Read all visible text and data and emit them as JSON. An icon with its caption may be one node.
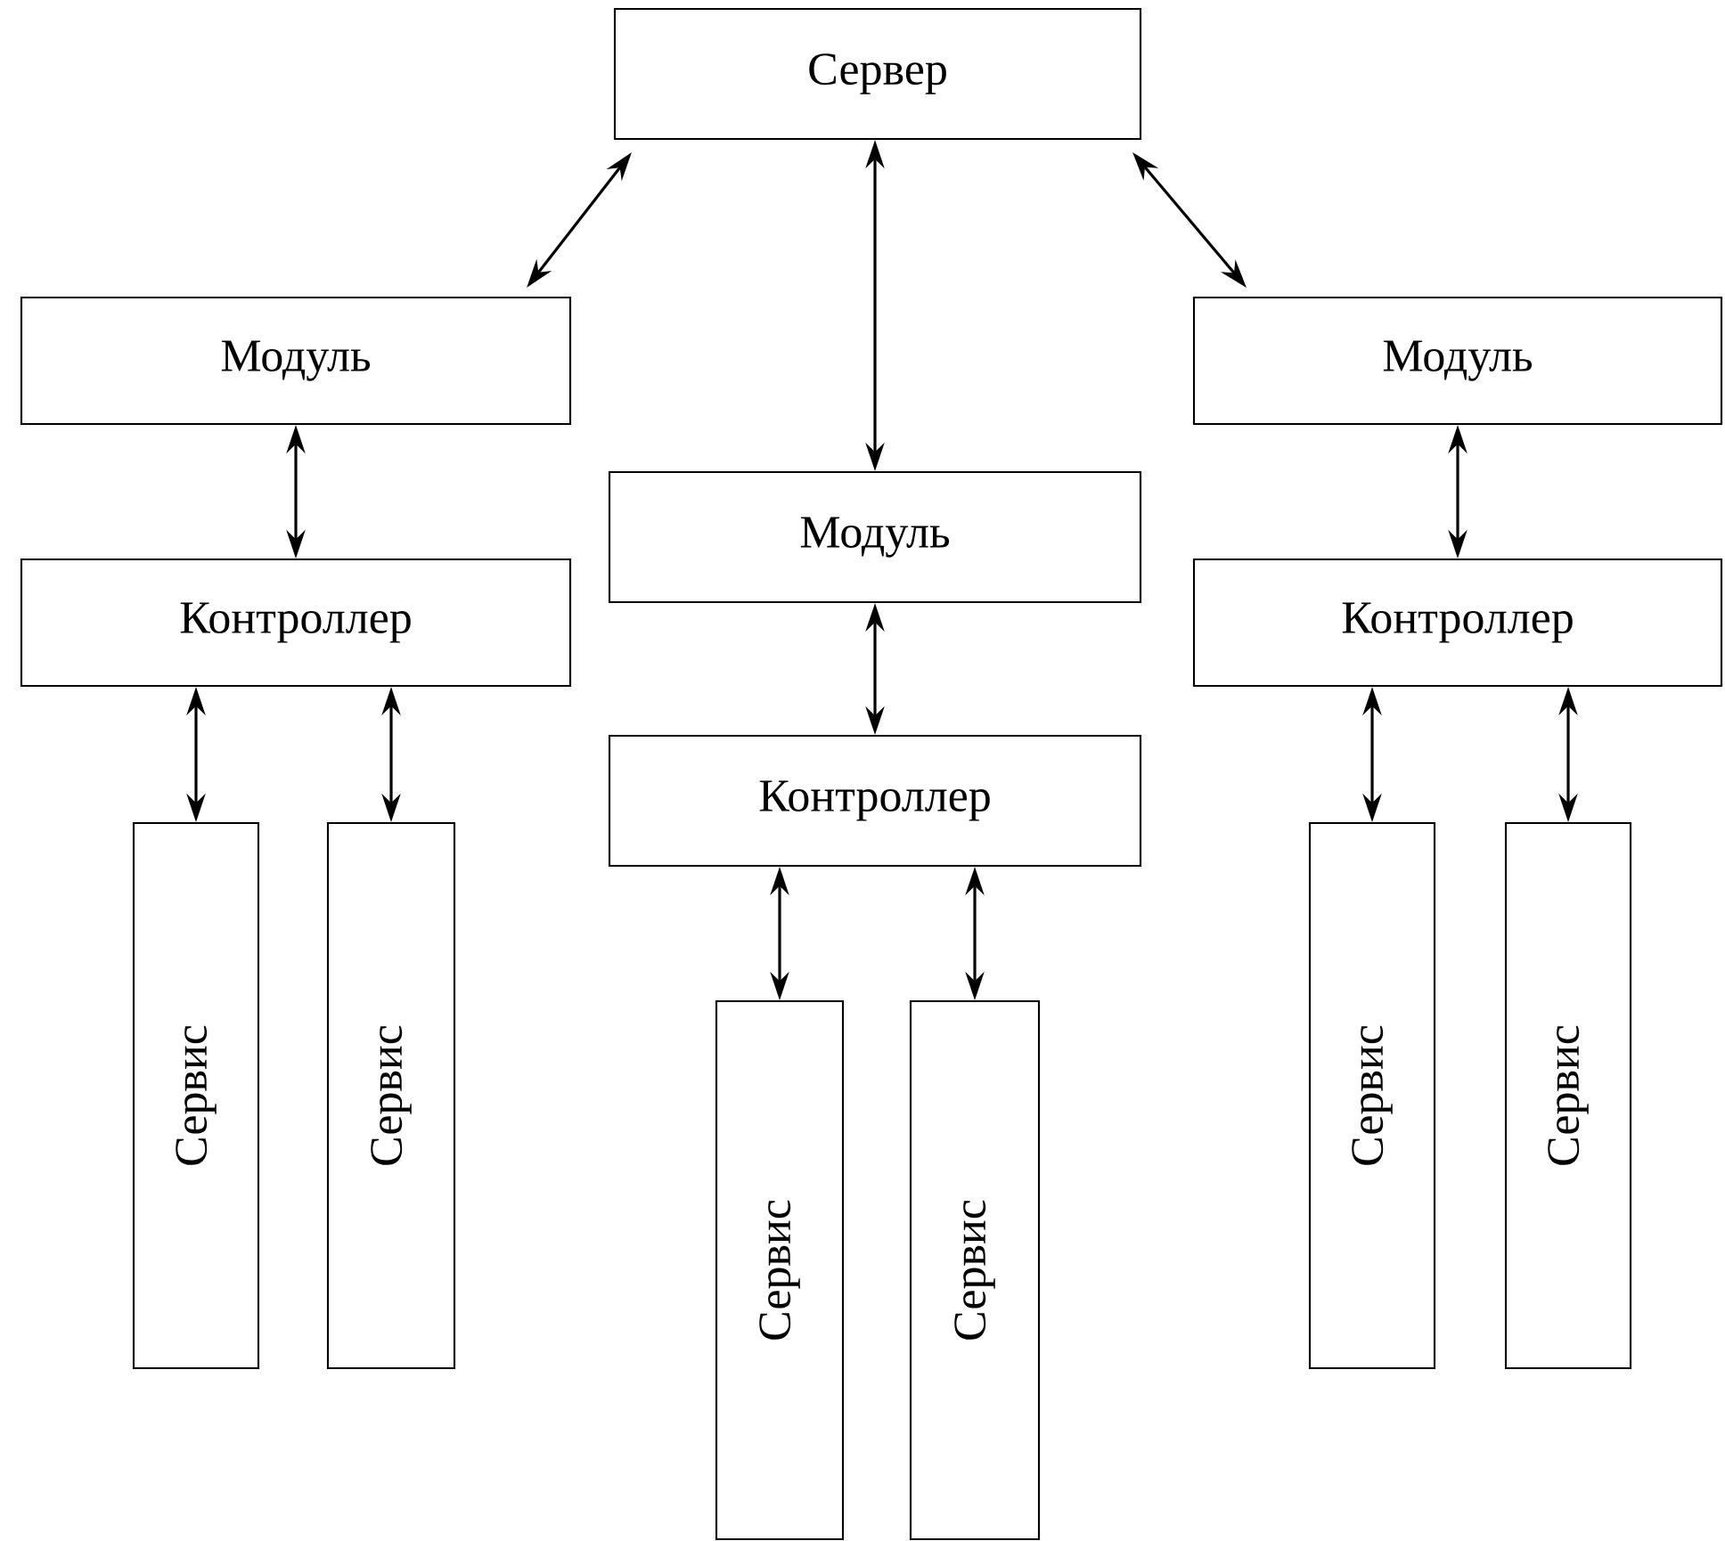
{
  "diagram": {
    "nodes": [
      {
        "text": [
          "Сервер"
        ]
      },
      {
        "text": [
          "Модуль"
        ]
      },
      {
        "text": [
          "Контроллер"
        ]
      },
      {
        "text": [
          "Сервис"
        ]
      },
      {
        "text": [
          "Сервис"
        ]
      },
      {
        "text": [
          "Модуль"
        ]
      },
      {
        "text": [
          "Контроллер"
        ]
      },
      {
        "text": [
          "Сервис"
        ]
      },
      {
        "text": [
          "Сервис"
        ]
      },
      {
        "text": [
          "Модуль"
        ]
      },
      {
        "text": [
          "Контроллер"
        ]
      },
      {
        "text": [
          "Сервис"
        ]
      },
      {
        "text": [
          "Сервис"
        ]
      }
    ],
    "edges": [
      {
        "from": 0,
        "to": 1,
        "arrow": "both"
      },
      {
        "from": 0,
        "to": 5,
        "arrow": "both"
      },
      {
        "from": 0,
        "to": 9,
        "arrow": "both"
      },
      {
        "from": 1,
        "to": 2,
        "arrow": "both"
      },
      {
        "from": 2,
        "to": 3,
        "arrow": "both"
      },
      {
        "from": 2,
        "to": 4,
        "arrow": "both"
      },
      {
        "from": 5,
        "to": 6,
        "arrow": "both"
      },
      {
        "from": 6,
        "to": 7,
        "arrow": "both"
      },
      {
        "from": 6,
        "to": 8,
        "arrow": "both"
      },
      {
        "from": 9,
        "to": 10,
        "arrow": "both"
      },
      {
        "from": 10,
        "to": 11,
        "arrow": "both"
      },
      {
        "from": 10,
        "to": 12,
        "arrow": "both"
      }
    ]
  }
}
